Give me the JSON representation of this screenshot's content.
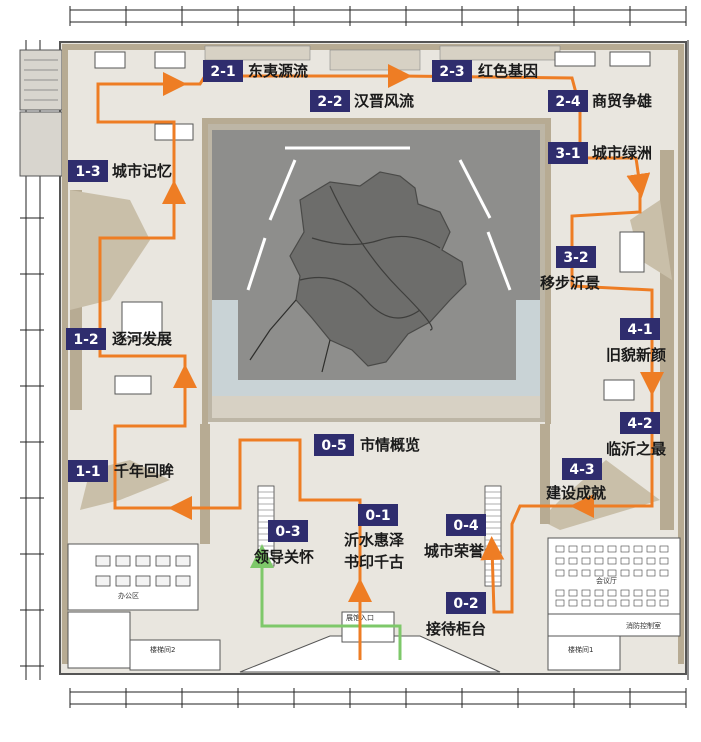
{
  "zones": [
    {
      "code": "2-1",
      "name": "东夷源流"
    },
    {
      "code": "2-3",
      "name": "红色基因"
    },
    {
      "code": "2-2",
      "name": "汉晋风流"
    },
    {
      "code": "2-4",
      "name": "商贸争雄"
    },
    {
      "code": "1-3",
      "name": "城市记忆"
    },
    {
      "code": "3-1",
      "name": "城市绿洲"
    },
    {
      "code": "3-2",
      "name": "移步沂景"
    },
    {
      "code": "1-2",
      "name": "逐河发展"
    },
    {
      "code": "4-1",
      "name": "旧貌新颜"
    },
    {
      "code": "4-2",
      "name": "临沂之最"
    },
    {
      "code": "0-5",
      "name": "市情概览"
    },
    {
      "code": "1-1",
      "name": "千年回眸"
    },
    {
      "code": "4-3",
      "name": "建设成就"
    },
    {
      "code": "0-1",
      "name": "沂水惠泽",
      "name2": "书印千古"
    },
    {
      "code": "0-3",
      "name": "领导关怀"
    },
    {
      "code": "0-4",
      "name": "城市荣誉"
    },
    {
      "code": "0-2",
      "name": "接待柜台"
    }
  ],
  "rooms": {
    "office": "办公区",
    "meeting": "会议厅",
    "fire_control": "消防控制室",
    "stair_left": "楼梯间2",
    "stair_right": "楼梯间1",
    "entrance": "展馆入口"
  },
  "colors": {
    "route_orange": "#ee7d24",
    "route_green": "#7ec86a",
    "tag_bg": "#2f2d6e",
    "floor": "#e9e6df",
    "wall": "#b7ab93",
    "center_dark": "#8e8e8c",
    "map_fill": "#6d6d6b",
    "water": "#c9d3d6"
  }
}
